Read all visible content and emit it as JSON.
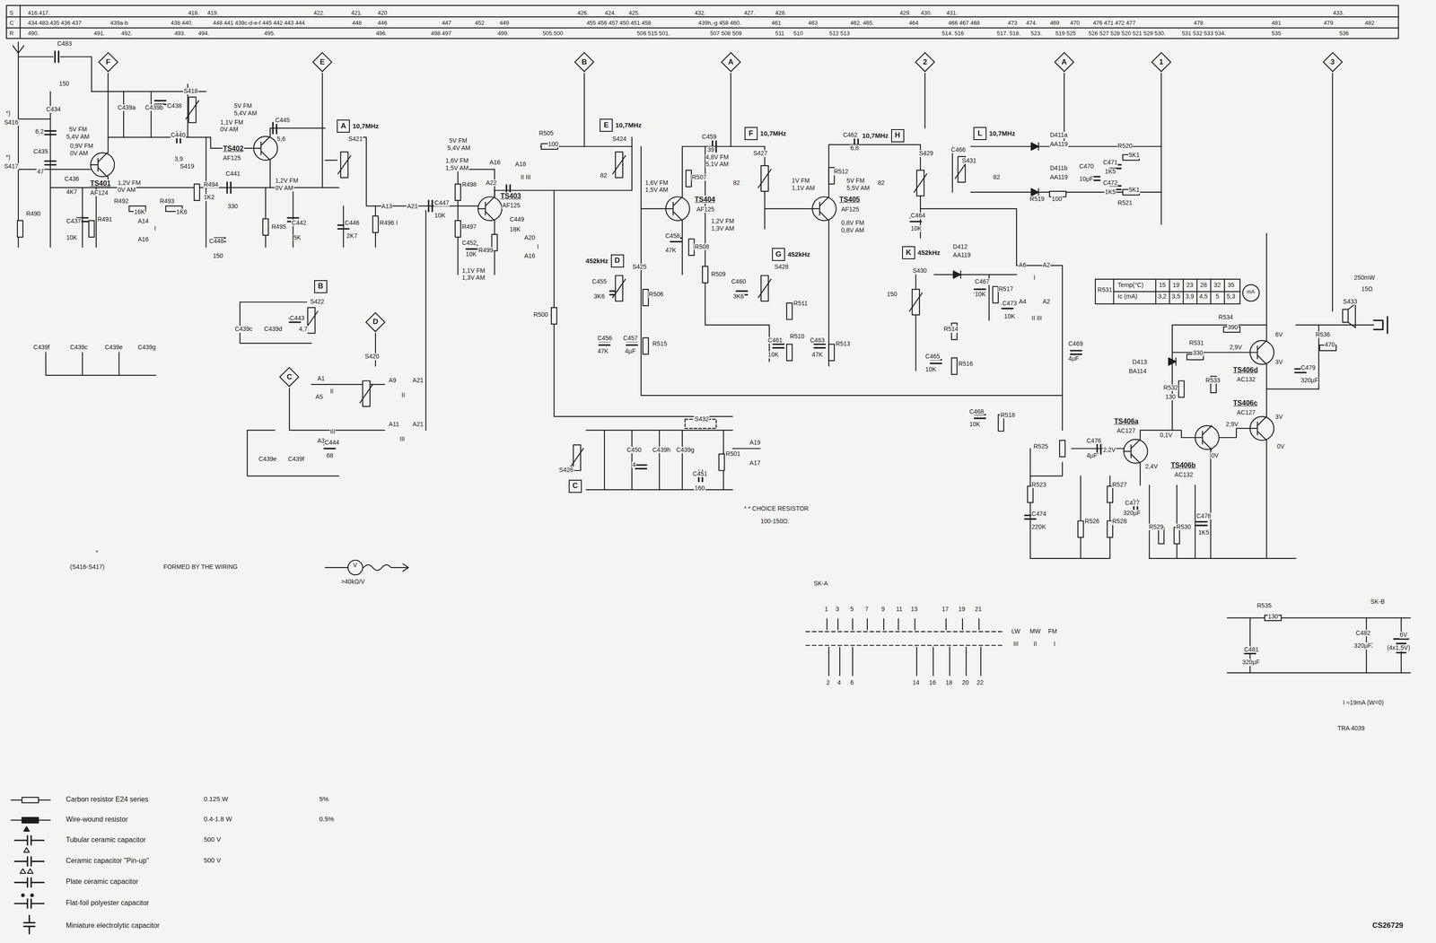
{
  "diagram": {
    "nodes": [
      {
        "text": [
          "F"
        ]
      },
      {
        "text": [
          "E"
        ]
      },
      {
        "text": [
          "B"
        ]
      },
      {
        "text": [
          "A"
        ]
      },
      {
        "text": [
          "2"
        ]
      },
      {
        "text": [
          "A"
        ]
      },
      {
        "text": [
          "1"
        ]
      },
      {
        "text": [
          "3"
        ]
      },
      {
        "text": [
          "A",
          "10,7MHz"
        ]
      },
      {
        "text": [
          "E",
          "10,7MHz"
        ]
      },
      {
        "text": [
          "F",
          "10,7MHz"
        ]
      },
      {
        "text": [
          "H",
          "10,7MHz"
        ]
      },
      {
        "text": [
          "L",
          "10,7MHz"
        ]
      },
      {
        "text": [
          "B"
        ]
      },
      {
        "text": [
          "D",
          "452kHz"
        ]
      },
      {
        "text": [
          "G",
          "452kHz"
        ]
      },
      {
        "text": [
          "K",
          "452kHz"
        ]
      },
      {
        "text": [
          "D"
        ]
      },
      {
        "text": [
          "C"
        ]
      },
      {
        "text": [
          "C"
        ]
      }
    ],
    "labels": [
      "S",
      "C",
      "R",
      "416.417.",
      "418.",
      "419.",
      "422.",
      "421.",
      "420",
      "426.",
      "424.",
      "425.",
      "432.",
      "427.",
      "428.",
      "429.",
      "430.",
      "431.",
      "433.",
      "434.483.435 436 437",
      "439a-b",
      "438 440.",
      "448 441 439c-d-e-f 445 442 443 444",
      "448",
      "446",
      "447",
      "452",
      "449",
      "455 456 457 450 451 458",
      "439h,-g 458 460.",
      "461",
      "463",
      "462. 465.",
      "464",
      "466 467 468",
      "473",
      "474.",
      "469",
      "470",
      "476 471 472 477",
      "478",
      "481",
      "479",
      "482",
      "490.",
      "491.",
      "492.",
      "493.",
      "494.",
      "495.",
      "496.",
      "498 497",
      "499.",
      "505.500",
      "506 515 501.",
      "507 508 509",
      "511",
      "510",
      "512 513",
      "514. 516",
      "517. 518.",
      "523.",
      "519 525",
      "526 527 528 520 521 529 530.",
      "531 532 533 534.",
      "535",
      "536",
      "C483",
      "150",
      "*)",
      "S416",
      "C434",
      "6,2",
      "*)",
      "S417",
      "C435",
      "47",
      "C436",
      "4K7",
      "R490",
      "C437",
      "10K",
      "R491",
      "TS401",
      "AF124",
      "5V FM",
      "5,4V AM",
      "0,9V FM",
      "0V AM",
      "1,2V FM",
      "0V AM",
      "C439a",
      "C439b",
      "C438",
      "S418",
      "C440",
      "3,9",
      "R492",
      "16K",
      "R493",
      "1K6",
      "A14",
      "I",
      "A16",
      "S419",
      "R494",
      "1K2",
      "C448",
      "150",
      "C441",
      "330",
      "TS402",
      "AF125",
      "5V FM",
      "5,4V AM",
      "1,1V FM",
      "0V AM",
      "C445",
      "5,6",
      "1,2V FM",
      "0V AM",
      "R495",
      "C442",
      "5K",
      "S421",
      "C446",
      "2K7",
      "R496",
      "A13",
      "A21",
      "I",
      "C447",
      "10K",
      "R498",
      "R497",
      "C452",
      "10K",
      "R499",
      "C449",
      "18K",
      "A22",
      "A16",
      "A18",
      "II III",
      "A20",
      "A16",
      "I",
      "TS403",
      "AF125",
      "5V FM",
      "5,4V AM",
      "1,6V FM",
      "1,5V AM",
      "1,1V FM",
      "1,3V AM",
      "R505",
      "100",
      "S424",
      "82",
      "S425",
      "C455",
      "3K6",
      "R506",
      "C456",
      "47K",
      "C457",
      "4µF",
      "R515",
      "R500",
      "C459",
      "39",
      "S427",
      "82",
      "R507",
      "1,6V FM",
      "1,5V AM",
      "4,8V FM",
      "5,1V AM",
      "TS404",
      "AF125",
      "1,2V FM",
      "1,3V AM",
      "C458",
      "47K",
      "R508",
      "R509",
      "S428",
      "C460",
      "3K6",
      "C461",
      "10K",
      "R510",
      "R511",
      "C463",
      "47K",
      "R513",
      "1V FM",
      "1,1V AM",
      "R512",
      "5V FM",
      "5,5V AM",
      "TS405",
      "AF125",
      "0,8V FM",
      "0,8V AM",
      "C462",
      "6,8",
      "S429",
      "82",
      "C464",
      "10K",
      "D412",
      "AA119",
      "S430",
      "150",
      "C467",
      "10K",
      "R517",
      "R514",
      "C465",
      "10K",
      "R516",
      "C473",
      "10K",
      "A6",
      "A2",
      "A4",
      "A2",
      "I",
      "II III",
      "C469",
      "4µF",
      "C468",
      "10K",
      "R518",
      "C466",
      "S431",
      "82",
      "D411a",
      "AA119",
      "D411b",
      "AA119",
      "C470",
      "10µF",
      "C471",
      "1K5",
      "C472",
      "1K5",
      "R520",
      "5K1",
      "R521",
      "5K1",
      "R519",
      "100",
      "C450",
      "4",
      "C439h",
      "C439g",
      "S432",
      "R501",
      "C451",
      "160",
      "A19",
      "A17",
      "S426",
      "* * CHOICE RESISTOR",
      "100-150Ω.",
      "R531",
      "Temp(°C)",
      "15",
      "19",
      "23",
      "28",
      "32",
      "35",
      "Ic (mA)",
      "3,2",
      "3,5",
      "3,9",
      "4,5",
      "5",
      "5,3",
      "mA",
      "250mW",
      "15Ω",
      "S433",
      "R534",
      "390",
      "6V",
      "R536",
      "470",
      "R531",
      "330",
      "2,9V",
      "3V",
      "TS406d",
      "AC132",
      "D413",
      "BA114",
      "R532",
      "130",
      "R533",
      "TS406c",
      "AC127",
      "C479",
      "320µF",
      "3V",
      "2,9V",
      "0V",
      "0,1V",
      "TS406a",
      "AC127",
      "2,2V",
      "2,4V",
      "0V",
      "TS406b",
      "AC132",
      "C476",
      "4µF",
      "R525",
      "R523",
      "C474",
      "220K",
      "R526",
      "R527",
      "R528",
      "C477",
      "320µF",
      "R529",
      "R530",
      "C478",
      "1K5",
      "R535",
      "130",
      "SK-B",
      "C481",
      "320µF",
      "C482",
      "320µF",
      "6V",
      "(4x1,5V)",
      "I ≈19mA (W=0)",
      "TRA 4039",
      "SK-A",
      "1",
      "3",
      "5",
      "7",
      "9",
      "11",
      "13",
      "17",
      "19",
      "21",
      "2",
      "4",
      "6",
      "14",
      "16",
      "18",
      "20",
      "22",
      "LW",
      "MW",
      "FM",
      "III",
      "II",
      "I",
      "S422",
      "C439c",
      "C439d",
      "C443",
      "4,7",
      "C439f",
      "C439c",
      "C439e",
      "C439g",
      "S420",
      "A1",
      "A5",
      "II",
      "A3",
      "III",
      "A9",
      "A21",
      "II",
      "A11",
      "A21",
      "III",
      "C439e",
      "C439f",
      "C444",
      "68",
      "*",
      "(S416-S417)",
      "FORMED BY THE WIRING",
      "V",
      ">40kΩ/V",
      "0.125 W",
      "5%",
      "0.4-1.8 W",
      "0.5%",
      "500 V",
      "500 V",
      "CS26729"
    ],
    "legend": [
      {
        "text": "Carbon resistor E24 series"
      },
      {
        "text": "Wire-wound resistor"
      },
      {
        "text": "Tubular ceramic capacitor"
      },
      {
        "text": "Ceramic capacitor \"Pin-up\""
      },
      {
        "text": "Plate ceramic capacitor"
      },
      {
        "text": "Flat-foil polyester capacitor"
      },
      {
        "text": "Miniature electrolytic capacitor"
      }
    ]
  }
}
